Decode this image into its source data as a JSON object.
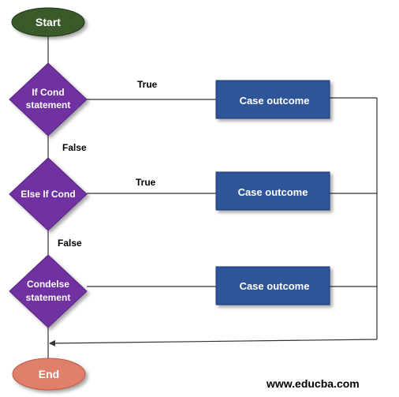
{
  "nodes": {
    "start": {
      "label": "Start"
    },
    "if_cond": {
      "label_line1": "If Cond",
      "label_line2": "statement"
    },
    "else_if_cond": {
      "label": "Else If Cond"
    },
    "condelse": {
      "label_line1": "Condelse",
      "label_line2": "statement"
    },
    "outcome_1": {
      "label": "Case outcome"
    },
    "outcome_2": {
      "label": "Case outcome"
    },
    "outcome_3": {
      "label": "Case outcome"
    },
    "end": {
      "label": "End"
    }
  },
  "edges": {
    "if_true": "True",
    "if_false": "False",
    "elseif_true": "True",
    "elseif_false": "False"
  },
  "watermark": "www.educba.com",
  "colors": {
    "start_fill": "#3b5a2c",
    "decision_fill": "#7030a0",
    "outcome_fill": "#2f5597",
    "end_fill": "#e0806a",
    "line": "#333333"
  }
}
